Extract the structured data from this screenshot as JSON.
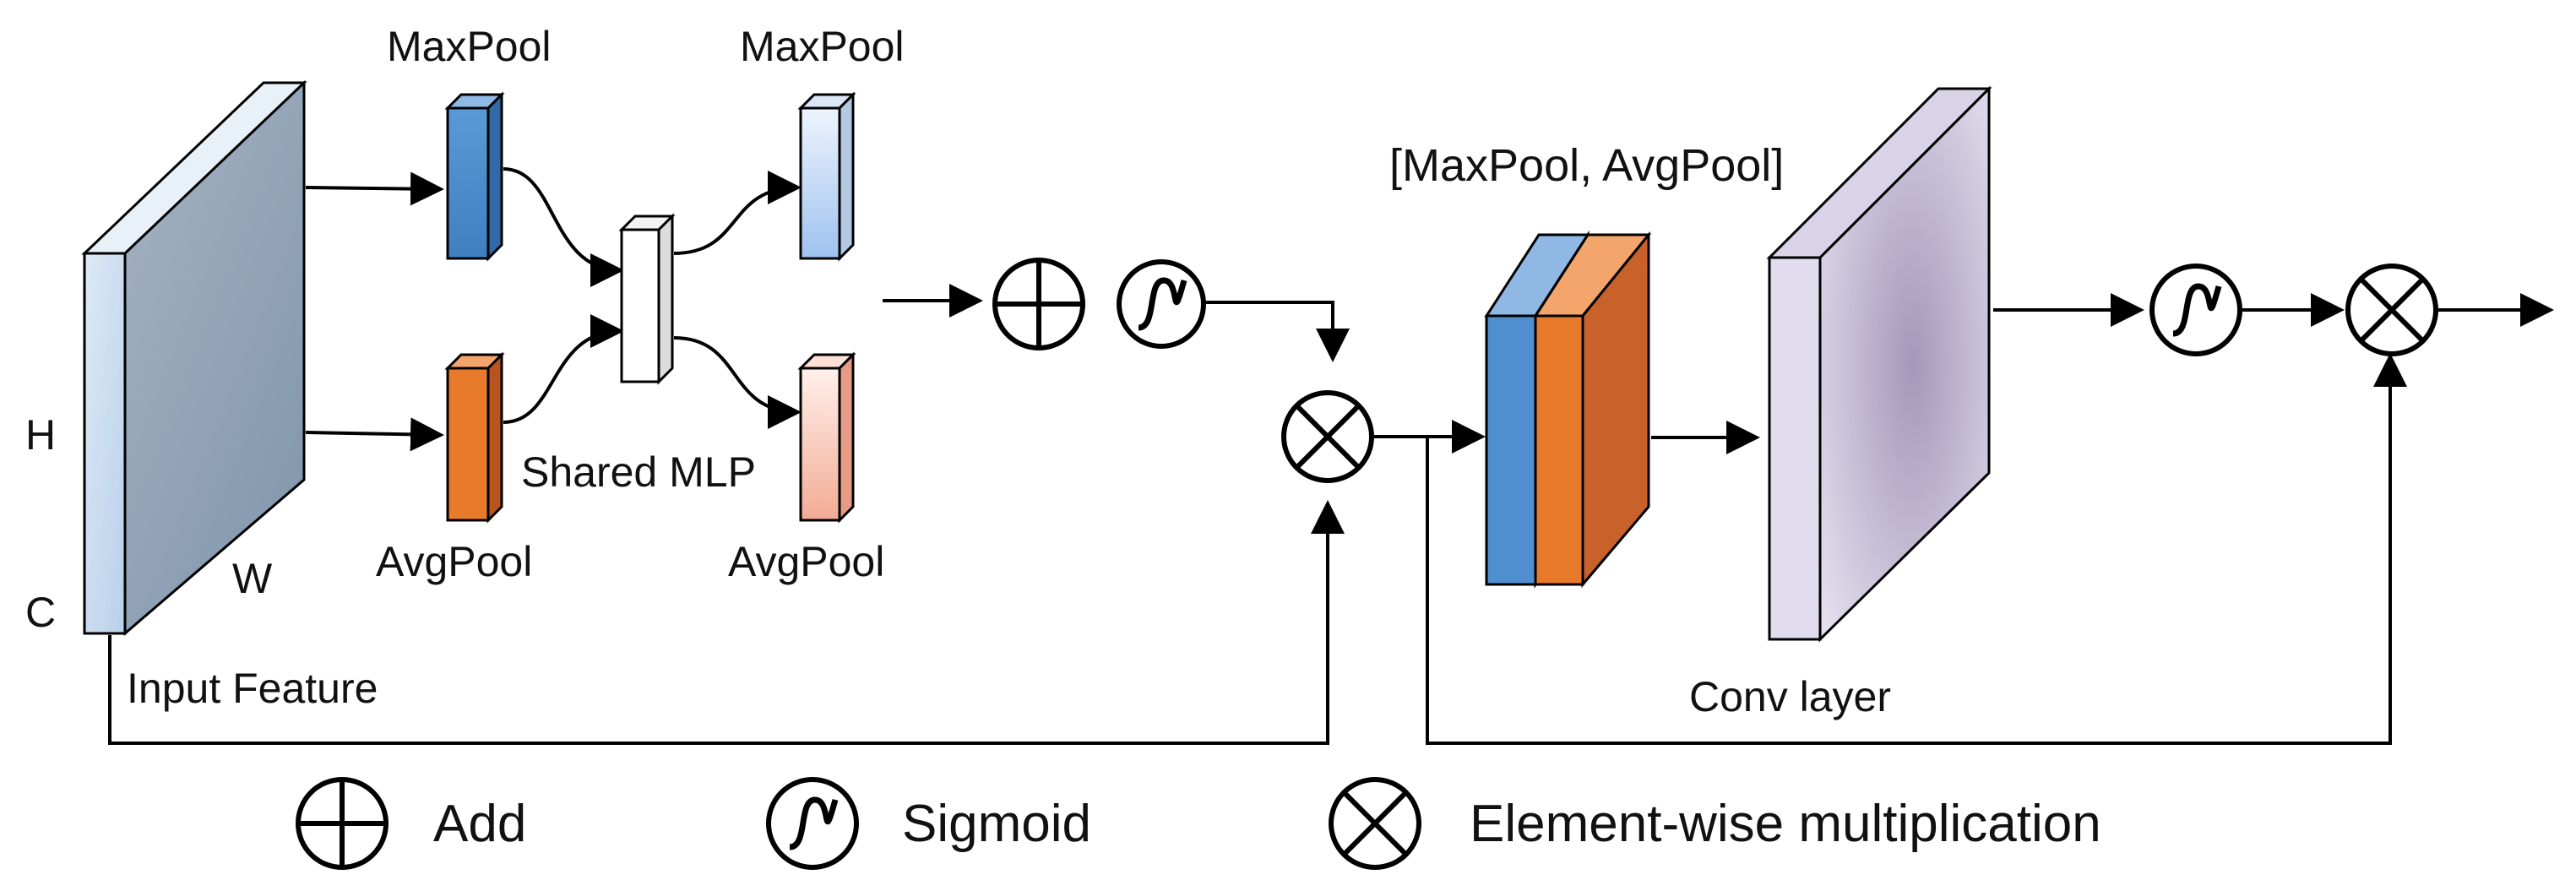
{
  "labels": {
    "maxpool_1": "MaxPool",
    "maxpool_2": "MaxPool",
    "avgpool_1": "AvgPool",
    "avgpool_2": "AvgPool",
    "shared_mlp": "Shared MLP",
    "concat": "[MaxPool, AvgPool]",
    "conv_layer": "Conv layer",
    "input_feature": "Input Feature",
    "dim_h": "H",
    "dim_w": "W",
    "dim_c": "C"
  },
  "legend": {
    "add": "Add",
    "sigmoid": "Sigmoid",
    "multiply": "Element-wise multiplication"
  },
  "colors": {
    "maxpool_blue": "#4f8fd0",
    "avgpool_orange": "#e87a2c",
    "avgpool_orange_dark": "#c8622a",
    "stroke": "#000000",
    "conv_purple": "#b5a9c8"
  },
  "icons": [
    "add-icon",
    "sigmoid-icon",
    "multiply-icon",
    "arrow-icon"
  ]
}
